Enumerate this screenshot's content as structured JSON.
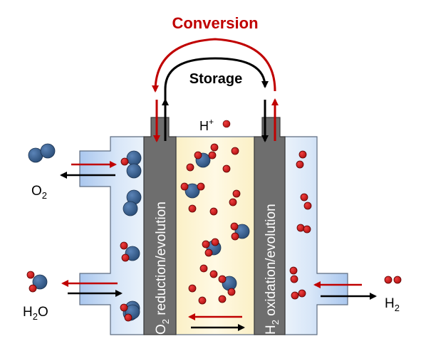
{
  "title": "Conversion",
  "storage_label": "Storage",
  "proton": {
    "base": "H",
    "sup": "+"
  },
  "left_electrode": {
    "sub": "2",
    "rest": "reduction/evolution",
    "prefix": "O"
  },
  "right_electrode": {
    "sub": "2",
    "rest": "oxidation/evolution",
    "prefix": "H"
  },
  "gases": {
    "o2": {
      "base": "O",
      "sub": "2"
    },
    "h2o": {
      "base": "H",
      "sub": "2",
      "tail": "O"
    },
    "h2": {
      "base": "H",
      "sub": "2"
    }
  },
  "colors": {
    "conversion": "#c00000",
    "oxygen_atom": "#3a5f8a",
    "hydrogen_atom": "#d62020",
    "electrolyte": "#f7e8b0",
    "gas_chamber": "#c6daf4",
    "electrode": "#707070"
  }
}
